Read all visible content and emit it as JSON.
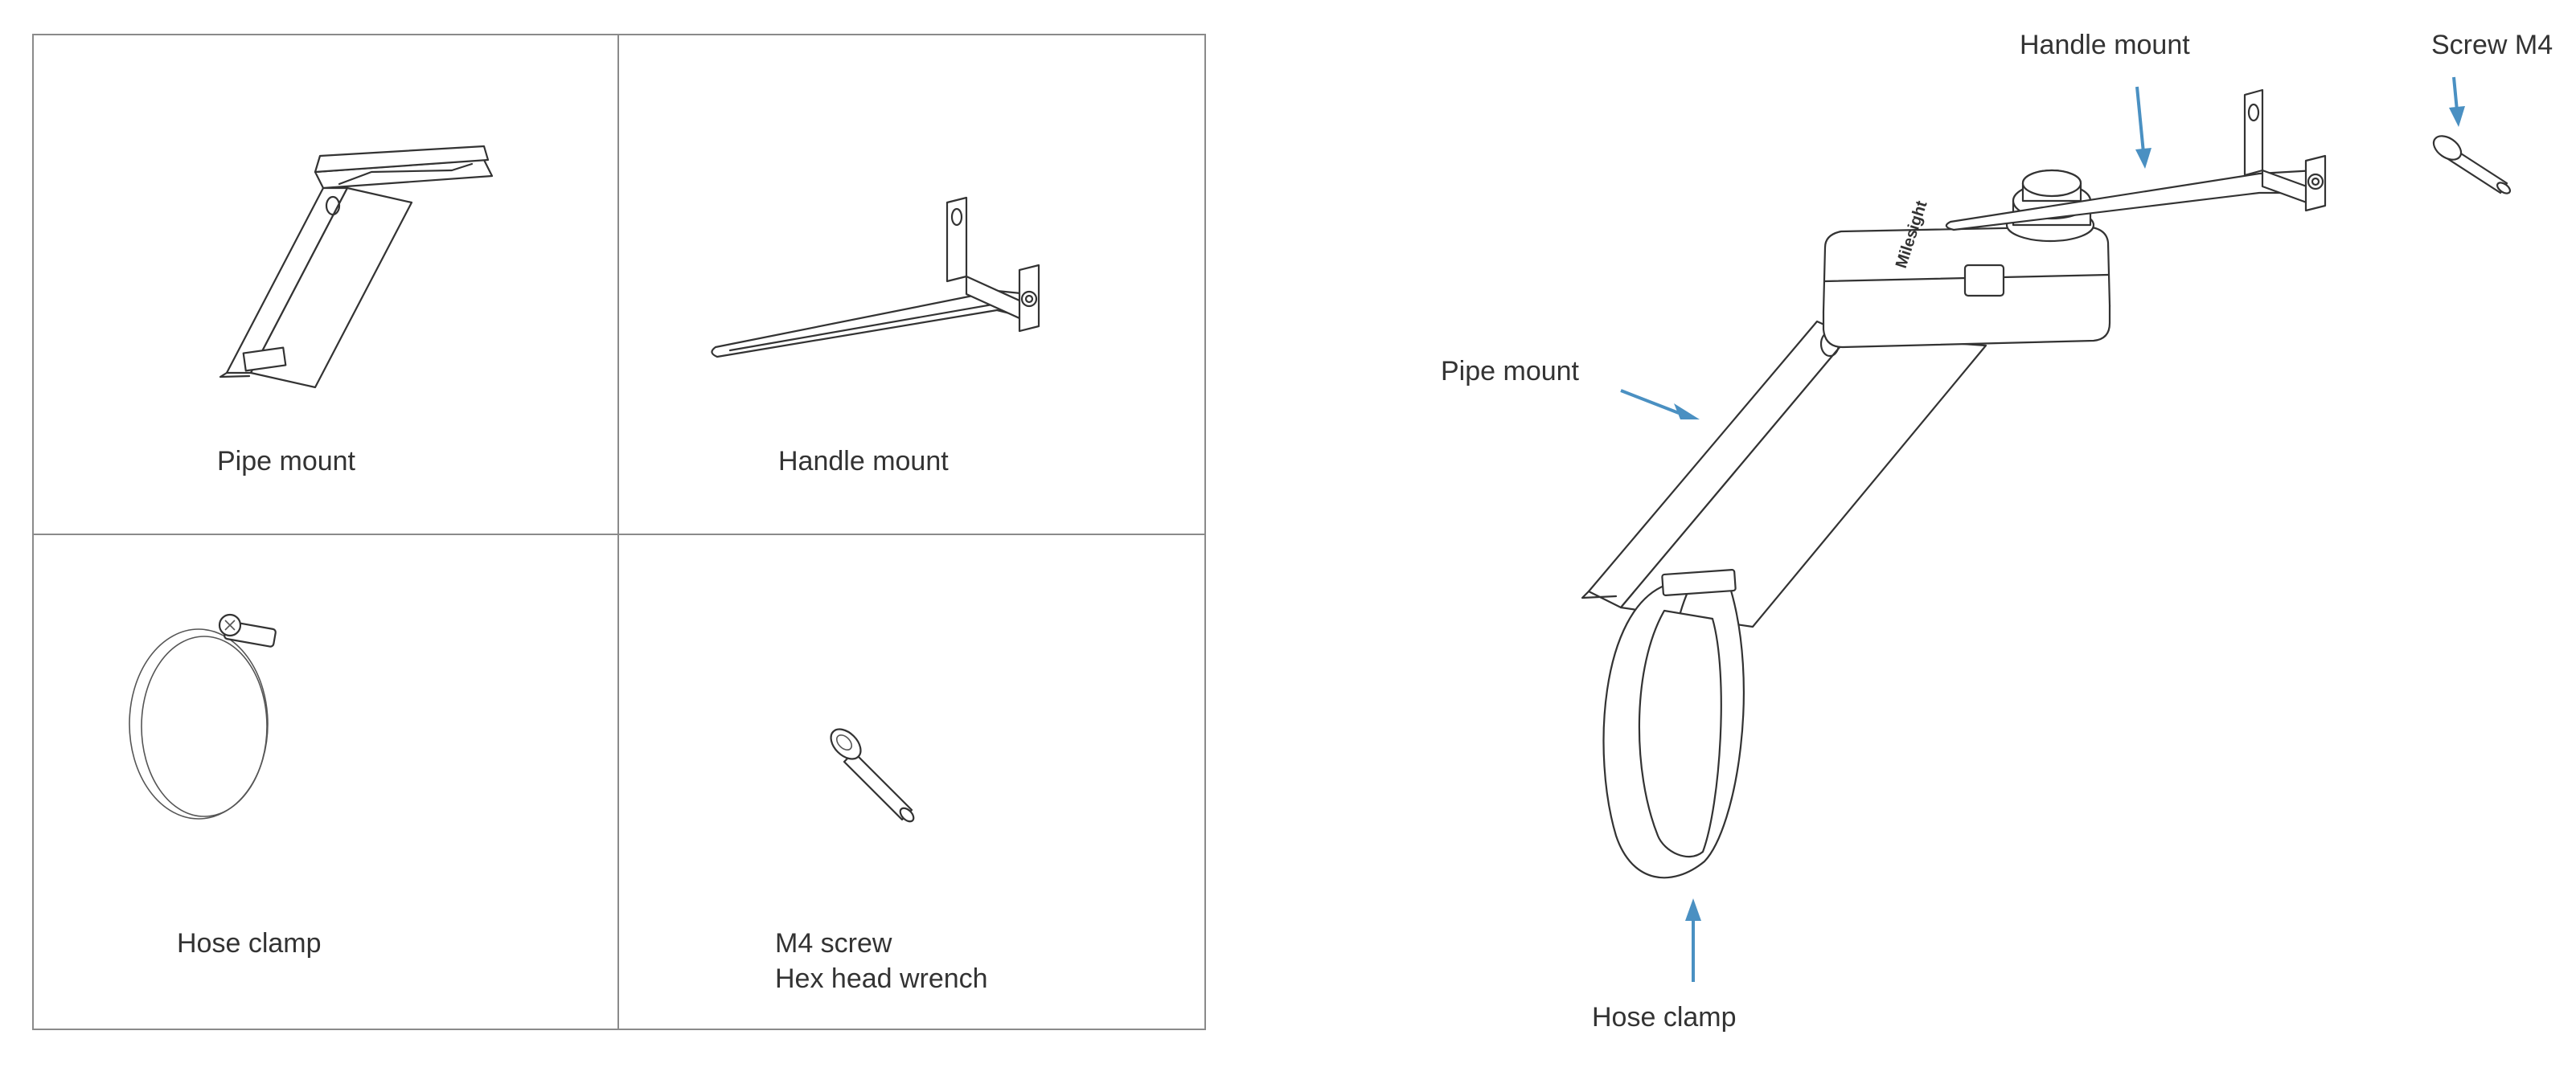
{
  "parts_grid": {
    "cells": [
      {
        "label": "Pipe mount"
      },
      {
        "label": "Handle mount"
      },
      {
        "label": "Hose clamp"
      },
      {
        "label_line1": "M4 screw",
        "label_line2": "Hex head wrench"
      }
    ]
  },
  "assembly": {
    "callouts": {
      "handle_mount": "Handle mount",
      "screw": "Screw M4",
      "pipe_mount": "Pipe mount",
      "hose_clamp": "Hose clamp"
    },
    "device_brand": "Milesight"
  },
  "colors": {
    "line": "#333333",
    "grid_border": "#8a8a8a",
    "arrow": "#4a90c2"
  }
}
